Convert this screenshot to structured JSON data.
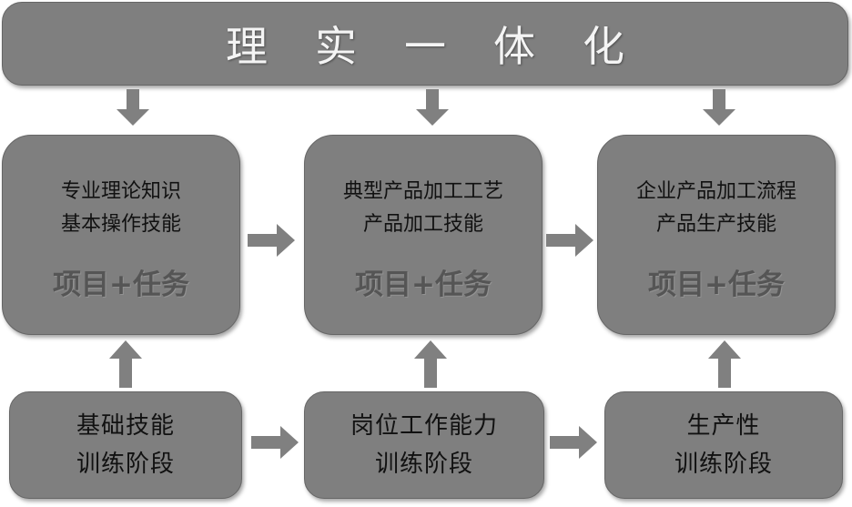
{
  "banner": {
    "title": "理实一体化"
  },
  "stages": [
    {
      "lines": [
        "专业理论知识",
        "基本操作技能"
      ],
      "task": "项目+任务"
    },
    {
      "lines": [
        "典型产品加工工艺",
        "产品加工技能"
      ],
      "task": "项目+任务"
    },
    {
      "lines": [
        "企业产品加工流程",
        "产品生产技能"
      ],
      "task": "项目+任务"
    }
  ],
  "phases": [
    {
      "lines": [
        "基础技能",
        "训练阶段"
      ]
    },
    {
      "lines": [
        "岗位工作能力",
        "训练阶段"
      ]
    },
    {
      "lines": [
        "生产性",
        "训练阶段"
      ]
    }
  ],
  "colors": {
    "box": "#7f7f7f",
    "arrow": "#808080",
    "banner_text": "#f4f4f4"
  }
}
